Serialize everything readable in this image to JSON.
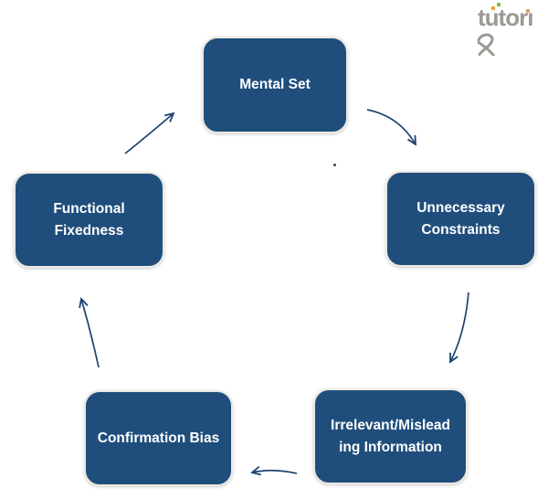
{
  "brand": {
    "name": "tutorix",
    "wordmark_prefix": "tutor",
    "wordmark_i": "ı",
    "colors": {
      "text_gray": "#9a9a94",
      "dot_orange": "#e8a33d",
      "dot_green": "#86bb40",
      "i_dot_orange": "#dfa25e"
    }
  },
  "diagram": {
    "type": "cycle",
    "direction": "clockwise",
    "nodes": [
      {
        "id": "mental-set",
        "label": "Mental Set",
        "lines": [
          "Mental Set"
        ]
      },
      {
        "id": "unnecessary-constraints",
        "label": "Unnecessary Constraints",
        "lines": [
          "Unnecessary",
          "Constraints"
        ]
      },
      {
        "id": "irrelevant-misleading-information",
        "label": "Irrelevant/Misleading Information",
        "lines": [
          "Irrelevant/Mislead",
          "ing Information"
        ]
      },
      {
        "id": "confirmation-bias",
        "label": "Confirmation Bias",
        "lines": [
          "Confirmation Bias"
        ]
      },
      {
        "id": "functional-fixedness",
        "label": "Functional Fixedness",
        "lines": [
          "Functional",
          "Fixedness"
        ]
      }
    ],
    "edges": [
      {
        "from": "functional-fixedness",
        "to": "mental-set"
      },
      {
        "from": "mental-set",
        "to": "unnecessary-constraints"
      },
      {
        "from": "unnecessary-constraints",
        "to": "irrelevant-misleading-information"
      },
      {
        "from": "irrelevant-misleading-information",
        "to": "confirmation-bias"
      },
      {
        "from": "confirmation-bias",
        "to": "functional-fixedness"
      }
    ],
    "colors": {
      "node_fill": "#1f4e7c",
      "node_border": "#eceae3",
      "node_text": "#ffffff",
      "arrow": "#1f4470"
    }
  }
}
